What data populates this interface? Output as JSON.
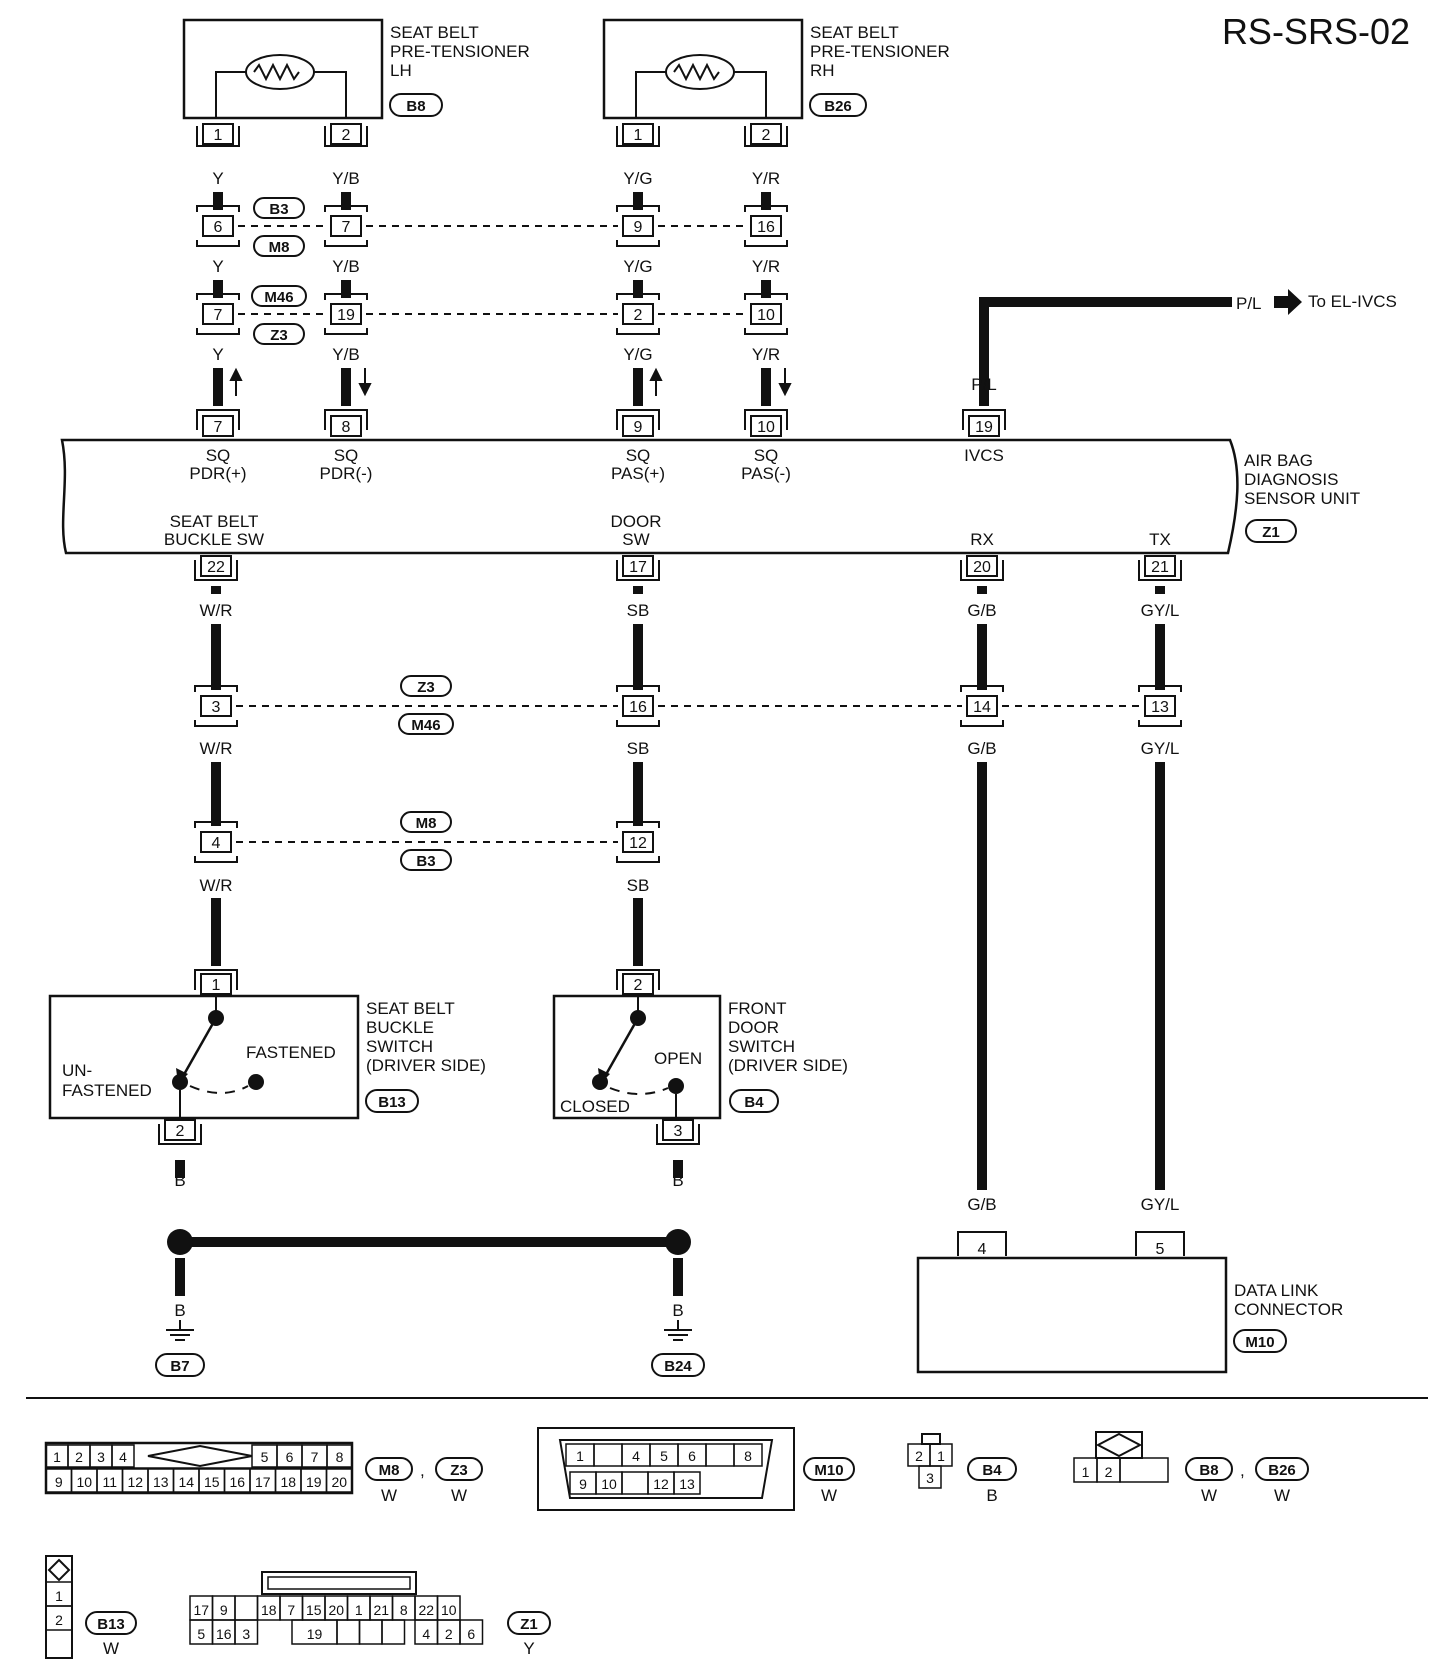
{
  "title": "RS-SRS-02",
  "components": {
    "pretensioner_lh": {
      "name": [
        "SEAT BELT",
        "PRE-TENSIONER",
        "LH"
      ],
      "tag": "B8",
      "pins": [
        "1",
        "2"
      ]
    },
    "pretensioner_rh": {
      "name": [
        "SEAT BELT",
        "PRE-TENSIONER",
        "RH"
      ],
      "tag": "B26",
      "pins": [
        "1",
        "2"
      ]
    },
    "airbag_unit": {
      "name": [
        "AIR BAG",
        "DIAGNOSIS",
        "SENSOR UNIT"
      ],
      "tag": "Z1",
      "top_pins": [
        {
          "pin": "7",
          "label": [
            "SQ",
            "PDR(+)"
          ]
        },
        {
          "pin": "8",
          "label": [
            "SQ",
            "PDR(-)"
          ]
        },
        {
          "pin": "9",
          "label": [
            "SQ",
            "PAS(+)"
          ]
        },
        {
          "pin": "10",
          "label": [
            "SQ",
            "PAS(-)"
          ]
        },
        {
          "pin": "19",
          "label": [
            "IVCS"
          ]
        }
      ],
      "bottom_pins": [
        {
          "pin": "22",
          "label": [
            "SEAT BELT",
            "BUCKLE SW"
          ]
        },
        {
          "pin": "17",
          "label": [
            "DOOR",
            "SW"
          ]
        },
        {
          "pin": "20",
          "label": [
            "RX"
          ]
        },
        {
          "pin": "21",
          "label": [
            "TX"
          ]
        }
      ]
    },
    "buckle_switch": {
      "name": [
        "SEAT BELT",
        "BUCKLE",
        "SWITCH",
        "(DRIVER SIDE)"
      ],
      "tag": "B13",
      "pins": [
        "1",
        "2"
      ],
      "states": {
        "fastened": "FASTENED",
        "unfastened": [
          "UN-",
          "FASTENED"
        ]
      }
    },
    "door_switch": {
      "name": [
        "FRONT",
        "DOOR",
        "SWITCH",
        "(DRIVER SIDE)"
      ],
      "tag": "B4",
      "pins": [
        "2",
        "3"
      ],
      "states": {
        "open": "OPEN",
        "closed": "CLOSED"
      }
    },
    "data_link": {
      "name": [
        "DATA LINK",
        "CONNECTOR"
      ],
      "tag": "M10",
      "pins": [
        "4",
        "5"
      ]
    }
  },
  "ivcs": {
    "wire": "P/L",
    "dest": "To EL-IVCS"
  },
  "wire_colors": {
    "top": {
      "c1": [
        "Y",
        "Y",
        "Y"
      ],
      "c2": [
        "Y/B",
        "Y/B",
        "Y/B"
      ],
      "c3": [
        "Y/G",
        "Y/G",
        "Y/G"
      ],
      "c4": [
        "Y/R",
        "Y/R",
        "Y/R"
      ],
      "ivcs": "P/L"
    },
    "bottom": {
      "c1": [
        "W/R",
        "W/R",
        "W/R"
      ],
      "c2": [
        "SB",
        "SB",
        "SB"
      ],
      "c3": [
        "G/B",
        "G/B",
        "G/B"
      ],
      "c4": [
        "GY/L",
        "GY/L",
        "GY/L"
      ]
    },
    "ground": [
      "B",
      "B",
      "B",
      "B"
    ]
  },
  "top_connectors": [
    {
      "tags": [
        "B3",
        "M8"
      ],
      "pins": [
        "6",
        "7",
        "9",
        "16"
      ]
    },
    {
      "tags": [
        "M46",
        "Z3"
      ],
      "pins": [
        "7",
        "19",
        "2",
        "10"
      ]
    }
  ],
  "bottom_connectors": [
    {
      "tags": [
        "Z3",
        "M46"
      ],
      "pins": [
        "3",
        "16",
        "14",
        "13"
      ]
    },
    {
      "tags": [
        "M8",
        "B3"
      ],
      "pins": [
        "4",
        "12"
      ]
    }
  ],
  "grounds": [
    "B7",
    "B24"
  ],
  "legend": {
    "m8_rows": [
      [
        "1",
        "2",
        "3",
        "4",
        "",
        "5",
        "6",
        "7",
        "8"
      ],
      [
        "9",
        "10",
        "11",
        "12",
        "13",
        "14",
        "15",
        "16",
        "17",
        "18",
        "19",
        "20"
      ]
    ],
    "m8_tags": [
      "M8",
      "Z3"
    ],
    "m8_colors": [
      "W",
      "W"
    ],
    "m10_rows": [
      [
        "1",
        "",
        "4",
        "5",
        "6",
        "",
        "8"
      ],
      [
        "9",
        "10",
        "",
        "12",
        "13"
      ]
    ],
    "m10_tag": "M10",
    "m10_color": "W",
    "b4_rows": [
      [
        "2",
        "1"
      ],
      [
        "3"
      ]
    ],
    "b4_tag": "B4",
    "b4_color": "B",
    "b8_pins": [
      "1",
      "2",
      ""
    ],
    "b8_tags": [
      "B8",
      "B26"
    ],
    "b8_colors": [
      "W",
      "W"
    ],
    "b13_pins": [
      "1",
      "2"
    ],
    "b13_tag": "B13",
    "b13_color": "W",
    "z1_rows": [
      [
        "17",
        "9",
        "",
        "18",
        "7",
        "15",
        "20",
        "1",
        "21",
        "8",
        "22",
        "10"
      ],
      [
        "5",
        "16",
        "3",
        "19",
        "",
        "",
        "",
        "4",
        "2",
        "6"
      ]
    ],
    "z1_tag": "Z1",
    "z1_color": "Y"
  }
}
